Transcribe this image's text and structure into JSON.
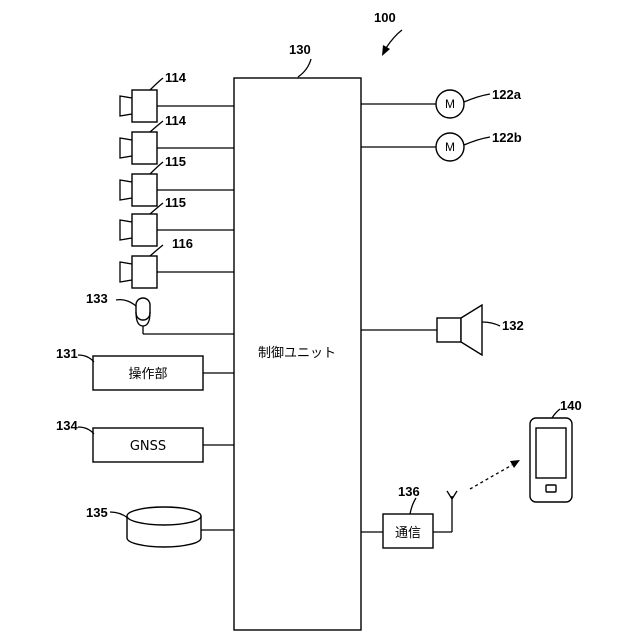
{
  "figure": {
    "ref_system": "100",
    "control_unit": {
      "ref": "130",
      "label": "制御ユニット"
    },
    "cameras": [
      {
        "ref": "114"
      },
      {
        "ref": "114"
      },
      {
        "ref": "115"
      },
      {
        "ref": "115"
      },
      {
        "ref": "116"
      }
    ],
    "microphone": {
      "ref": "133"
    },
    "operation_unit": {
      "ref": "131",
      "label": "操作部"
    },
    "gnss": {
      "ref": "134",
      "label": "GNSS"
    },
    "storage": {
      "ref": "135"
    },
    "motors": [
      {
        "ref": "122a",
        "symbol": "M"
      },
      {
        "ref": "122b",
        "symbol": "M"
      }
    ],
    "speaker": {
      "ref": "132"
    },
    "communication": {
      "ref": "136",
      "label": "通信"
    },
    "terminal": {
      "ref": "140"
    }
  }
}
